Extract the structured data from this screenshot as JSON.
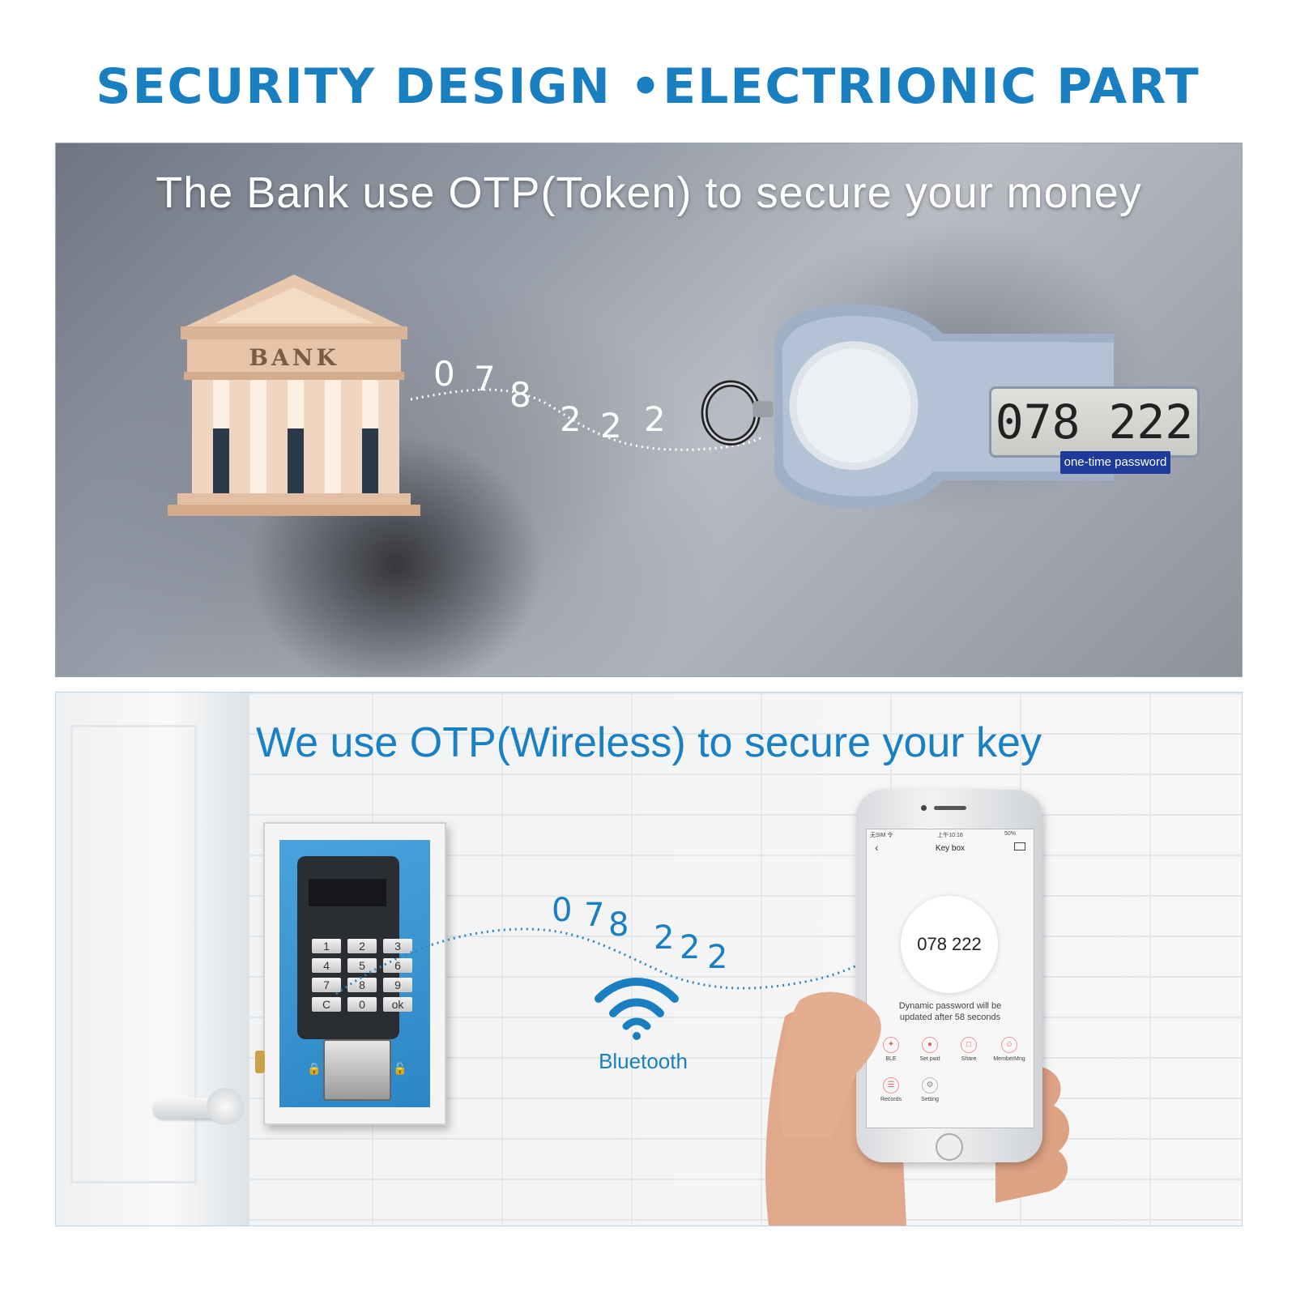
{
  "header": {
    "title": "SECURITY DESIGN  •ELECTRIONIC PART"
  },
  "bank_panel": {
    "subtitle": "The Bank use OTP(Token) to secure your money",
    "bank_label": "BANK",
    "code_digits": [
      "0",
      "7",
      "8",
      "2",
      "2",
      "2"
    ],
    "token_display": "078 222",
    "token_label": "one-time password"
  },
  "wireless_panel": {
    "subtitle": "We use OTP(Wireless) to secure your key",
    "code_digits": [
      "0",
      "7",
      "8",
      "2",
      "2",
      "2"
    ],
    "bluetooth_label": "Bluetooth",
    "keypad_keys": [
      "1",
      "2",
      "3",
      "4",
      "5",
      "6",
      "7",
      "8",
      "9",
      "C",
      "0",
      "ok"
    ],
    "phone": {
      "status_left": "无SIM 令",
      "status_time": "上午10:16",
      "status_right": "50%",
      "screen_title": "Key box",
      "code": "078 222",
      "note_line1": "Dynamic password will be",
      "note_line2": "updated after 58 seconds",
      "menu": [
        "BLE",
        "Set pwd",
        "Share",
        "MemberMng",
        "Records",
        "Setting"
      ]
    }
  },
  "colors": {
    "accent": "#1a7fc1",
    "token_label_bg": "#1e3a9a"
  }
}
